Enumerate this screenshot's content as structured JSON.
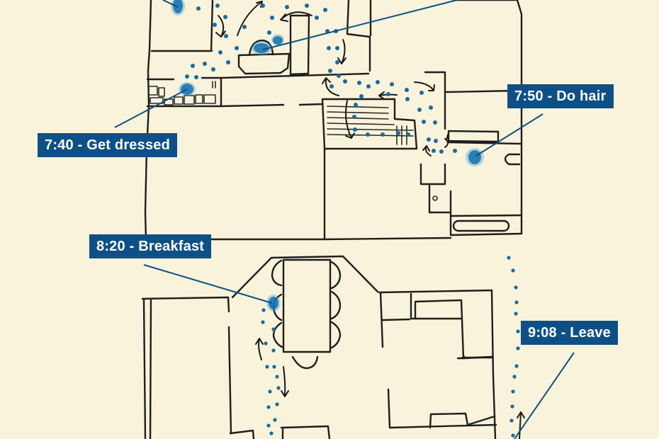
{
  "diagram": {
    "type": "floor-plan-movement-map",
    "colors": {
      "background": "#f8f3da",
      "label_bg": "#0e5086",
      "label_text": "#ffffff",
      "path_dot": "#1a6a9e",
      "walls": "#1e1e1e"
    },
    "events": [
      {
        "id": "get-dressed",
        "time": "7:40",
        "activity": "Get dressed",
        "text": "7:40 - Get dressed"
      },
      {
        "id": "do-hair",
        "time": "7:50",
        "activity": "Do hair",
        "text": "7:50 - Do hair"
      },
      {
        "id": "breakfast",
        "time": "8:20",
        "activity": "Breakfast",
        "text": "8:20 - Breakfast"
      },
      {
        "id": "leave",
        "time": "9:08",
        "activity": "Leave",
        "text": "9:08 - Leave"
      }
    ]
  }
}
